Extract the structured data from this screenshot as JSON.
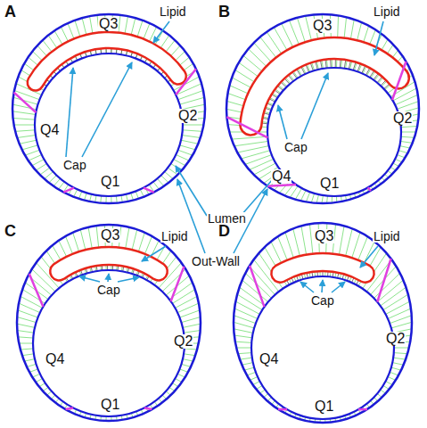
{
  "diagram": {
    "labels": [
      "A",
      "B",
      "C",
      "D",
      "Q3",
      "Lipid",
      "Q2",
      "Cap",
      "Q4",
      "Q1",
      "Q3",
      "Lipid",
      "Q2",
      "Cap",
      "Q4",
      "Q1",
      "Lumen",
      "Out-Wall",
      "Q3",
      "Lipid",
      "Q2",
      "Cap",
      "Q4",
      "Q1",
      "Q3",
      "Lipid",
      "Q2",
      "Cap",
      "Q4",
      "Q1"
    ]
  }
}
